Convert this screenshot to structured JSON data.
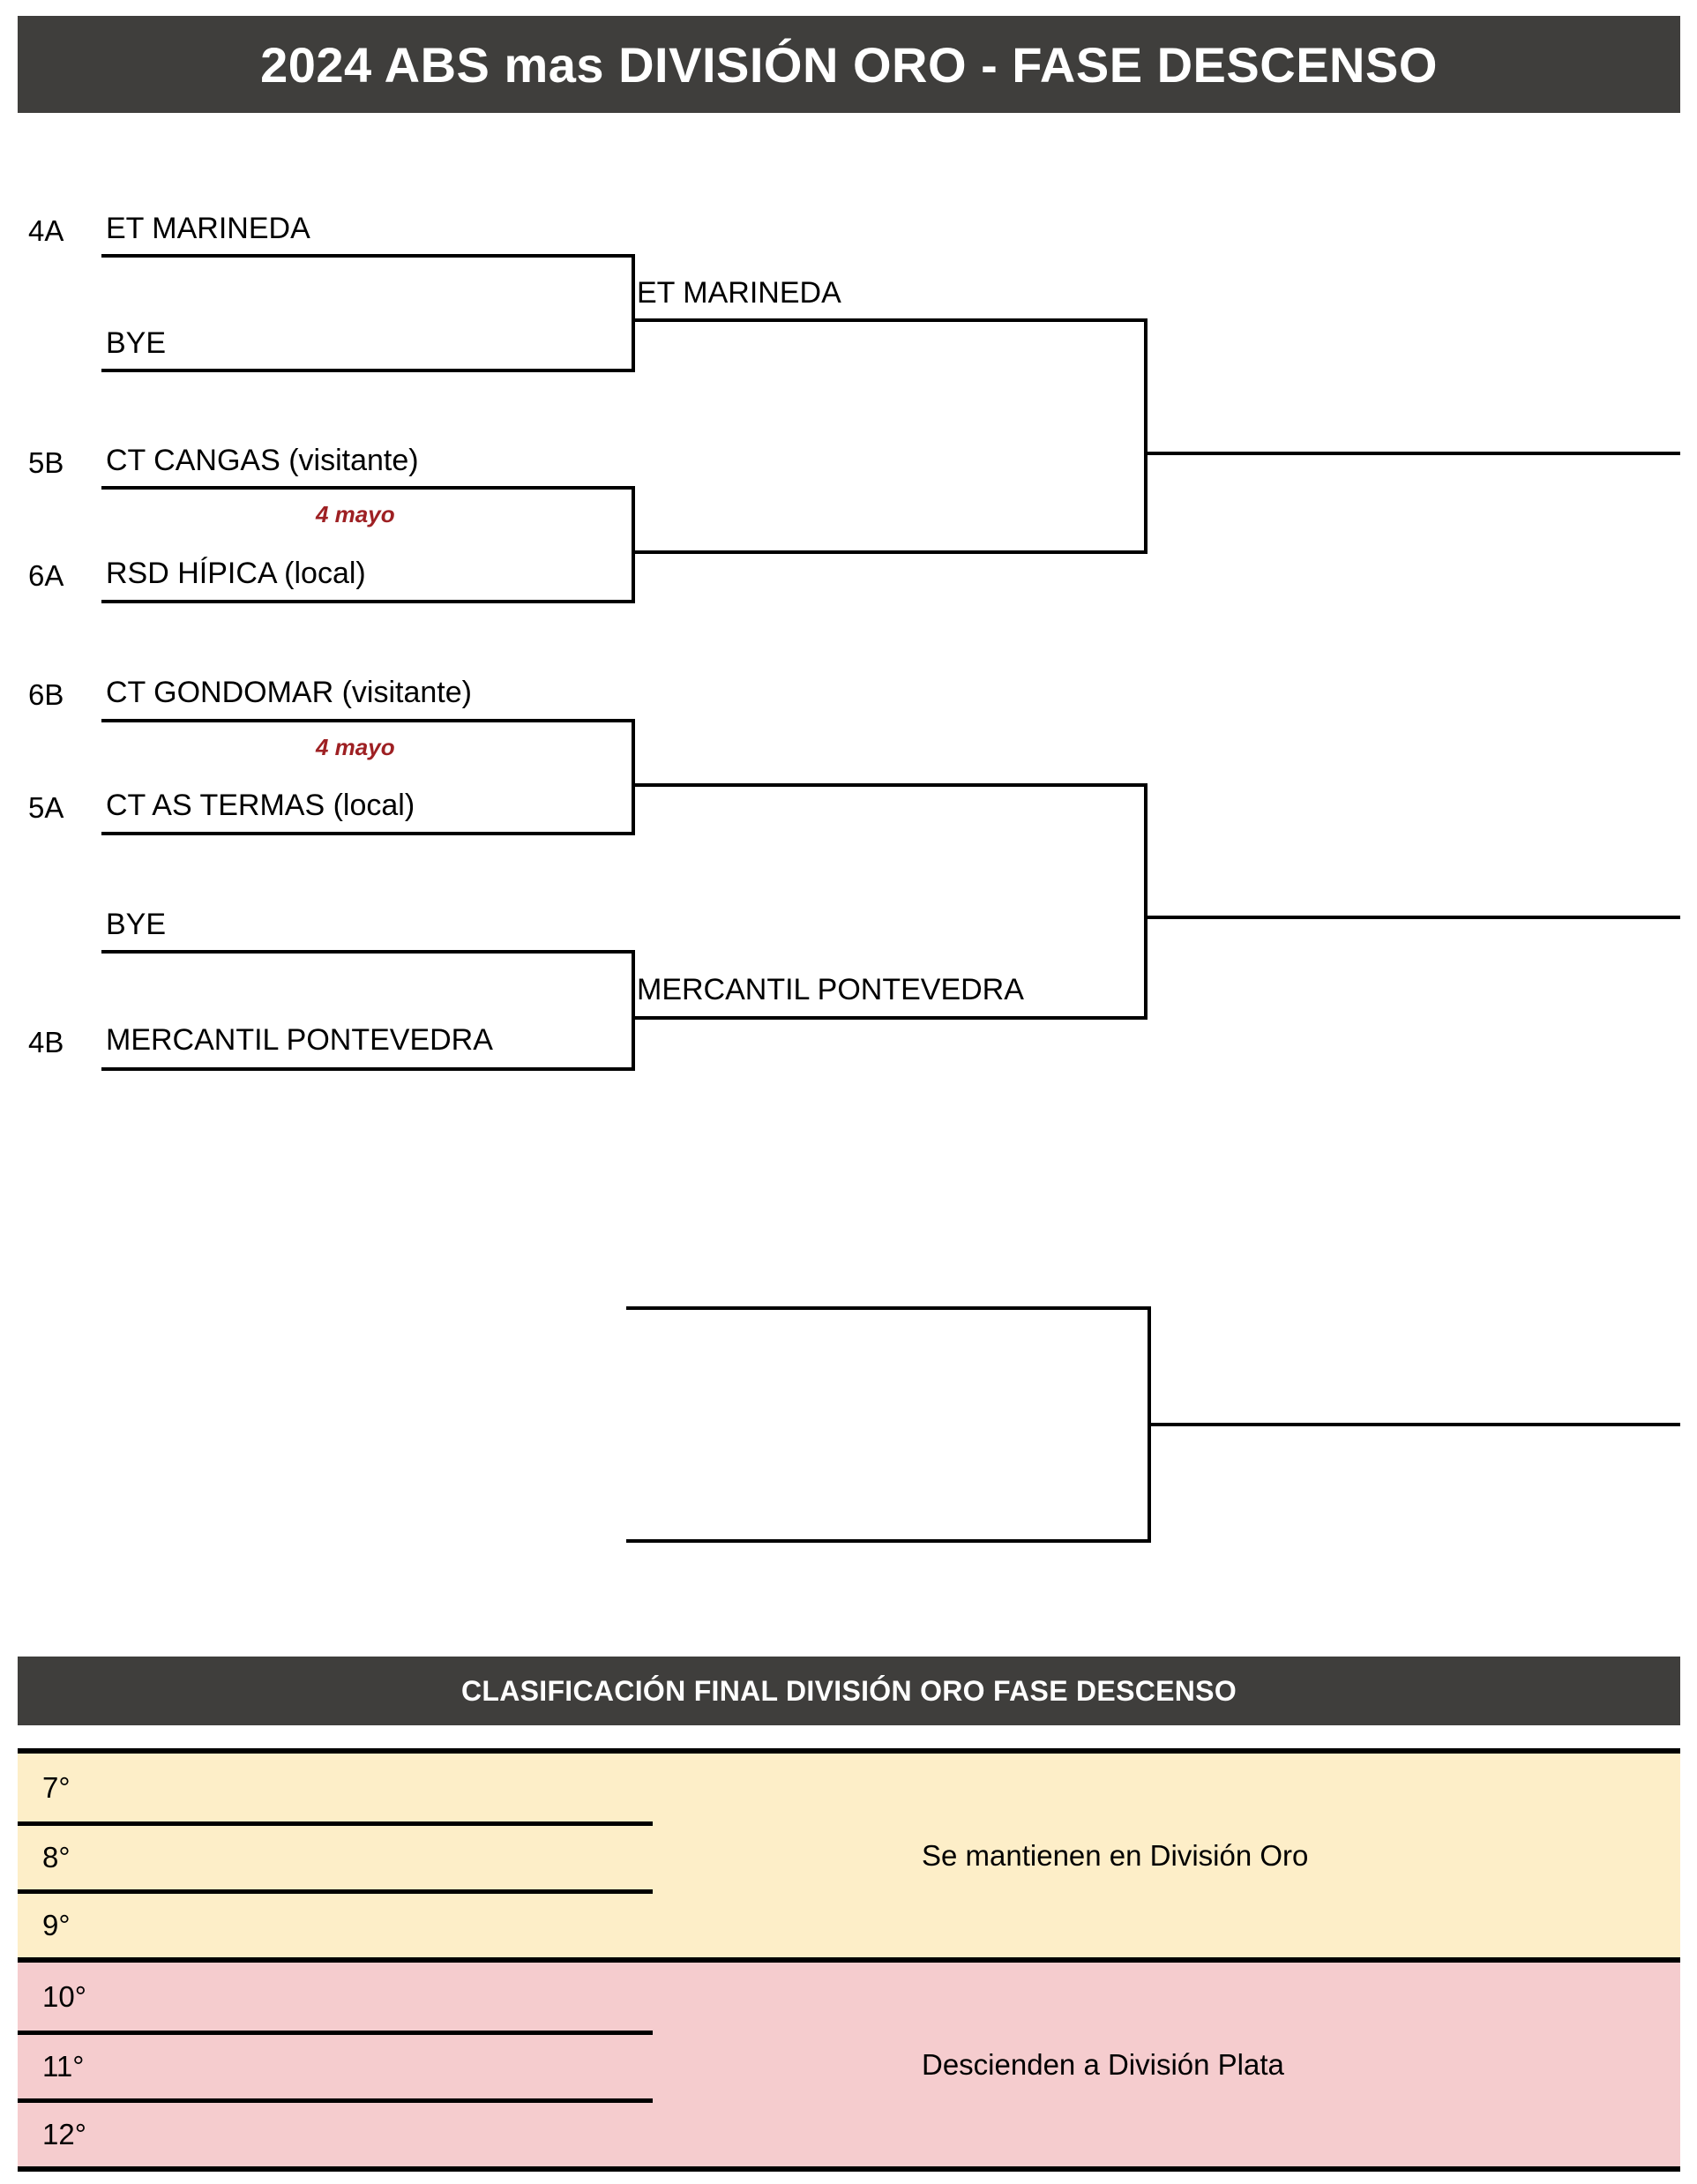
{
  "header": {
    "title": "2024 ABS mas DIVISIÓN ORO - FASE DESCENSO"
  },
  "bracket": {
    "round1": [
      {
        "seed": "4A",
        "team": "ET MARINEDA"
      },
      {
        "seed": "",
        "team": "BYE"
      },
      {
        "seed": "5B",
        "team": "CT CANGAS (visitante)"
      },
      {
        "seed": "6A",
        "team": "RSD HÍPICA (local)"
      },
      {
        "seed": "6B",
        "team": "CT GONDOMAR (visitante)"
      },
      {
        "seed": "5A",
        "team": "CT AS TERMAS (local)"
      },
      {
        "seed": "",
        "team": "BYE"
      },
      {
        "seed": "4B",
        "team": "MERCANTIL PONTEVEDRA"
      }
    ],
    "dates": [
      {
        "label": "4 mayo"
      },
      {
        "label": "4 mayo"
      }
    ],
    "round2": [
      {
        "team": "ET MARINEDA"
      },
      {
        "team": ""
      },
      {
        "team": ""
      },
      {
        "team": "MERCANTIL PONTEVEDRA"
      }
    ],
    "round3": [
      {
        "team": ""
      },
      {
        "team": ""
      }
    ],
    "final": [
      {
        "team": ""
      },
      {
        "team": ""
      }
    ]
  },
  "classification": {
    "banner_title": "CLASIFICACIÓN FINAL DIVISIÓN ORO FASE DESCENSO",
    "groups": [
      {
        "style": "keep",
        "outcome": "Se mantienen en División Oro",
        "positions": [
          {
            "rank": "7°",
            "team": ""
          },
          {
            "rank": "8°",
            "team": ""
          },
          {
            "rank": "9°",
            "team": ""
          }
        ]
      },
      {
        "style": "drop",
        "outcome": "Descienden a División Plata",
        "positions": [
          {
            "rank": "10°",
            "team": ""
          },
          {
            "rank": "11°",
            "team": ""
          },
          {
            "rank": "12°",
            "team": ""
          }
        ]
      }
    ]
  },
  "colors": {
    "banner_bg": "#3f3e3c",
    "keep_bg": "#fdeec8",
    "drop_bg": "#f5ccce",
    "date_text": "#9e2023",
    "line": "#000000"
  }
}
